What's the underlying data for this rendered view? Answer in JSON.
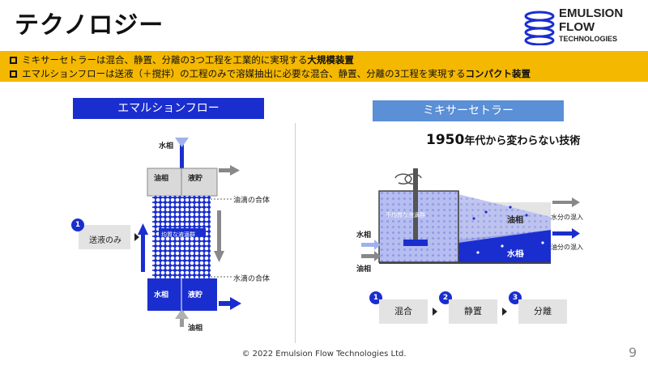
{
  "header": {
    "title": "テクノロジー"
  },
  "logo": {
    "line1": "EMULSION",
    "line2": "FLOW",
    "line3": "TECHNOLOGIES"
  },
  "banner": {
    "line1_text": "ミキサーセトラーは混合、静置、分離の3つ工程を工業的に実現する",
    "line1_bold": "大規模装置",
    "line2_text": "エマルションフローは送液（＋撹拌）の工程のみで溶媒抽出に必要な混合、静置、分離の3工程を実現する",
    "line2_bold": "コンパクト装置"
  },
  "left_panel": {
    "title": "エマルションフロー",
    "labels": {
      "water_phase_in": "水相",
      "oil_phase_top": "油相",
      "liquid_store_top": "液貯",
      "oil_droplet_merge": "油滴の合体",
      "uneven_liquid_group": "均質な液滴群",
      "water_droplet_merge": "水滴の合体",
      "water_phase_bottom": "水相",
      "liquid_store_bottom": "液貯",
      "oil_phase_in": "油相"
    },
    "step": {
      "number": "1",
      "label": "送液のみ"
    }
  },
  "right_panel": {
    "title": "ミキサーセトラー",
    "subtitle_bold": "1950",
    "subtitle_rest": "年代から変わらない技術",
    "labels": {
      "uneven_group": "不均質な液滴群",
      "oil_phase": "油相",
      "water_phase": "水相",
      "water_in": "水相",
      "oil_in": "油相",
      "water_mix_out": "水分の混入",
      "oil_mix_out": "油分の混入"
    },
    "steps": [
      {
        "number": "1",
        "label": "混合"
      },
      {
        "number": "2",
        "label": "静置"
      },
      {
        "number": "3",
        "label": "分離"
      }
    ]
  },
  "footer": {
    "copyright": "© 2022 Emulsion Flow Technologies Ltd.",
    "page": "9"
  },
  "colors": {
    "accent_blue": "#1a2ecf",
    "banner_yellow": "#f5b800",
    "panel_blue_light": "#5b8fd6"
  }
}
